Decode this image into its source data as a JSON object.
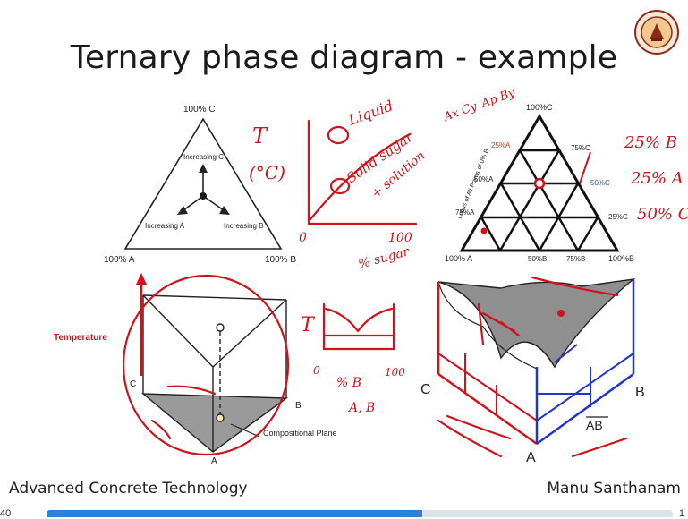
{
  "slide": {
    "title": "Ternary phase diagram - example",
    "footer_left": "Advanced Concrete Technology",
    "footer_right": "Manu Santhanam",
    "page_left": "40",
    "page_right": "1",
    "progress_fraction": 0.6
  },
  "diagram1": {
    "apex_top": "100% C",
    "apex_left": "100% A",
    "apex_right": "100% B",
    "arrow_c": "Increasing C",
    "arrow_a": "Increasing A",
    "arrow_b": "Increasing B"
  },
  "diagram2": {
    "top": "100%C",
    "left": "100% A",
    "right": "100%B",
    "c75": "75%C",
    "c50": "50%C",
    "c25": "25%C",
    "a25": "25%A",
    "a50": "50%A",
    "a75": "75%A",
    "b50": "50%B",
    "b75": "75%B",
    "locus": "Locus of All Points of 0% B"
  },
  "diagram3": {
    "temperature": "Temperature",
    "vertex_c": "C",
    "vertex_b": "B",
    "vertex_a": "A",
    "plane": "Compositional Plane"
  },
  "diagram4": {
    "vertex_c": "C",
    "vertex_b": "B",
    "vertex_a": "A",
    "ab": "AB"
  },
  "annotations": {
    "t_label": "T",
    "c_unit": "(°C)",
    "liquid": "Liquid",
    "solid_sugar": "Solid sugar",
    "solution": "+ solution",
    "zero": "0",
    "hundred": "100",
    "sugar_pct": "% sugar",
    "t2": "T",
    "axis_0": "0",
    "axis_b": "% B",
    "axis_100": "100",
    "ab_small": "A, B",
    "axcy": "Ax Cy",
    "apby": "Ap By",
    "pct_b": "25% B",
    "pct_a": "25% A",
    "pct_c": "50% C"
  }
}
